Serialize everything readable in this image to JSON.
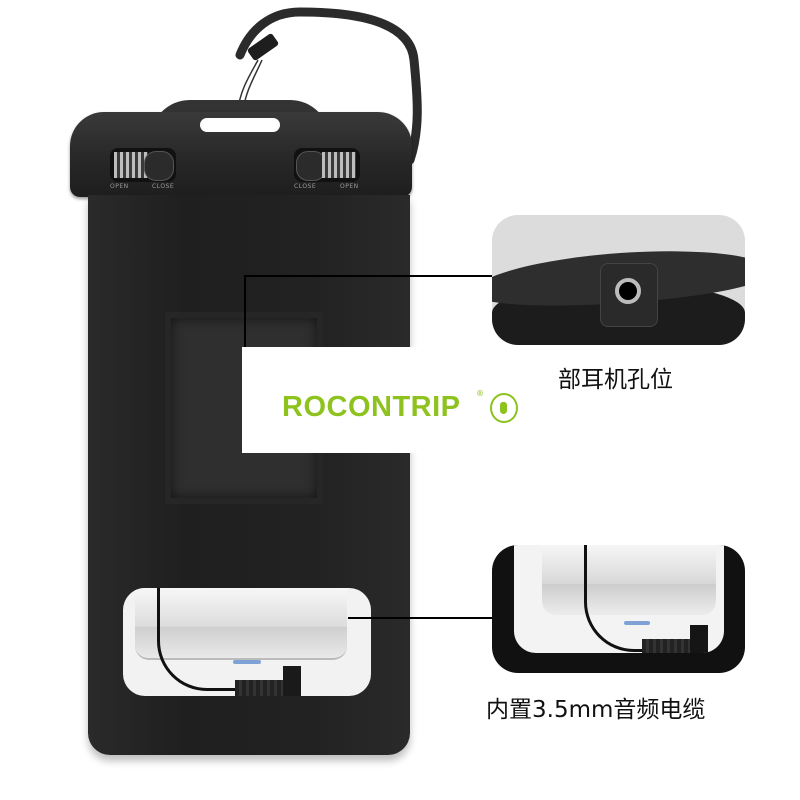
{
  "product": {
    "name": "Waterproof phone pouch with lanyard",
    "clip": {
      "left_slider": {
        "label_open": "OPEN",
        "label_close": "CLOSE"
      },
      "right_slider": {
        "label_close": "CLOSE",
        "label_open": "OPEN"
      }
    }
  },
  "brand": {
    "logo_text": "ROCONTRIP",
    "registered_mark": "®",
    "logo_icon": "footprint-icon",
    "color": "#8dc21f"
  },
  "callouts": [
    {
      "caption": "部耳机孔位",
      "detail": "headphone-jack-closeup"
    },
    {
      "caption": "内置3.5mm音频电缆",
      "detail": "built-in-audio-cable-closeup"
    }
  ],
  "colors": {
    "pouch": "#222222",
    "background": "#ffffff",
    "caption_text": "#111111"
  }
}
